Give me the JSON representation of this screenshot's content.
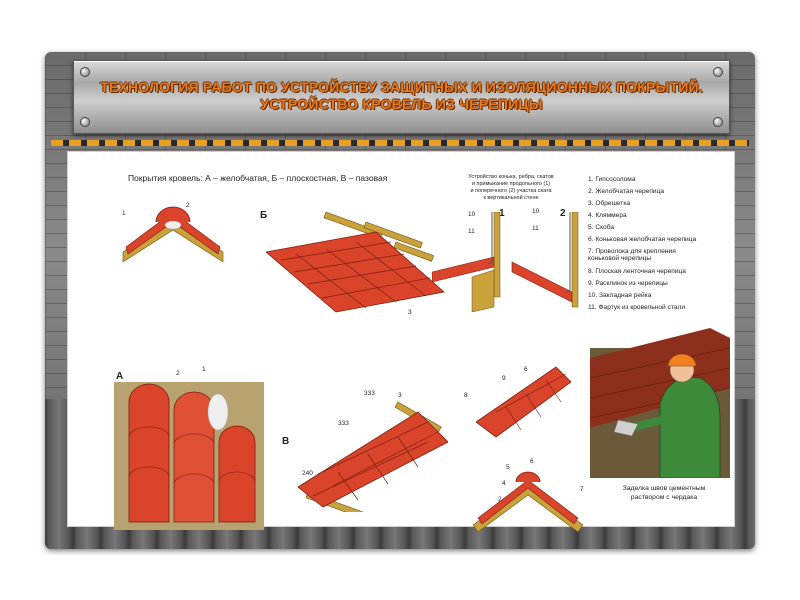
{
  "title": {
    "line1": "Технология работ по устройству защитных и изоляционных покрытий.",
    "line2": "Устройство кровель из черепицы"
  },
  "captions": {
    "roof_types": "Покрытия кровель: А – желобчатая, Б – плоскостная, В – пазовая",
    "ridge_title_1": "Устройство конька, ребра, скатов",
    "ridge_title_2": "и примыкание продольного (1)",
    "ridge_title_3": "и поперечного (2) участка ската",
    "ridge_title_4": "к вертикальной стене",
    "worker_1": "Заделка швов цементным",
    "worker_2": "раствором с чердака"
  },
  "letters": {
    "a": "А",
    "b": "Б",
    "v": "В",
    "one": "1",
    "two": "2"
  },
  "dimensions": {
    "d240": "240",
    "d333a": "333",
    "d333b": "333"
  },
  "legend": [
    "1. Гипсосолома",
    "2. Желобчатая черепица",
    "3. Обрешетка",
    "4. Кляммера",
    "5. Скоба",
    "6. Коньковая желобчатая черепица",
    "7. Проволока для крепления",
    "коньковой черепицы",
    "8. Плоская ленточная черепица",
    "9. Расклинок из черепицы",
    "10. Закладная рейка",
    "11. Фартук из кровельной стали"
  ],
  "labels": {
    "n1": "1",
    "n2": "2",
    "n3": "3",
    "n4": "4",
    "n5": "5",
    "n6": "6",
    "n7": "7",
    "n8": "8",
    "n9": "9",
    "n10": "10",
    "n11": "11"
  },
  "colors": {
    "tile": "#d9442a",
    "tile_dark": "#a52b18",
    "wood": "#c9a23c",
    "title": "#f07a1a"
  }
}
